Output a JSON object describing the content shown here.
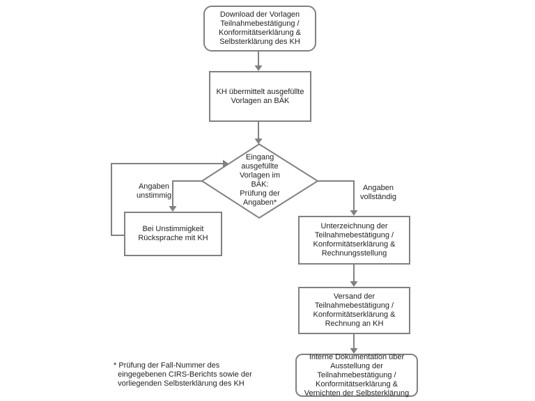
{
  "diagram": {
    "type": "flowchart",
    "language": "de",
    "colors": {
      "line": "#808080",
      "text": "#1f1f1f",
      "background": "#ffffff"
    },
    "nodes": {
      "download": {
        "shape": "rounded",
        "label": "Download der Vorlagen\nTeilnahmebestätigung /\nKonformitätserklärung &\nSelbsterklärung des KH"
      },
      "uebermittelt": {
        "shape": "process",
        "label": "KH übermittelt ausgefüllte\nVorlagen an BÄK"
      },
      "decision": {
        "shape": "diamond",
        "label": "Eingang\nausgefüllte\nVorlagen im\nBÄK:\nPrüfung der\nAngaben*"
      },
      "ruecksprache": {
        "shape": "process",
        "label": "Bei Unstimmigkeit\nRücksprache mit KH"
      },
      "unterzeichnung": {
        "shape": "process",
        "label": "Unterzeichnung der\nTeilnahmebestätigung /\nKonformitätserklärung &\nRechnungsstellung"
      },
      "versand": {
        "shape": "process",
        "label": "Versand der\nTeilnahmebestätigung /\nKonformitätserklärung &\nRechnung an KH"
      },
      "dokumentation": {
        "shape": "rounded",
        "label": "Interne Dokumentation über\nAusstellung der\nTeilnahmebestätigung /\nKonformitätserklärung &\nVernichten der Selbsterklärung"
      }
    },
    "edges": {
      "unstimmig": {
        "label": "Angaben\nunstimmig"
      },
      "vollstaendig": {
        "label": "Angaben\nvollständig"
      }
    },
    "footnote": "* Prüfung der Fall-Nummer des\n  eingegebenen CIRS-Berichts sowie der\n  vorliegenden Selbsterklärung des KH"
  }
}
